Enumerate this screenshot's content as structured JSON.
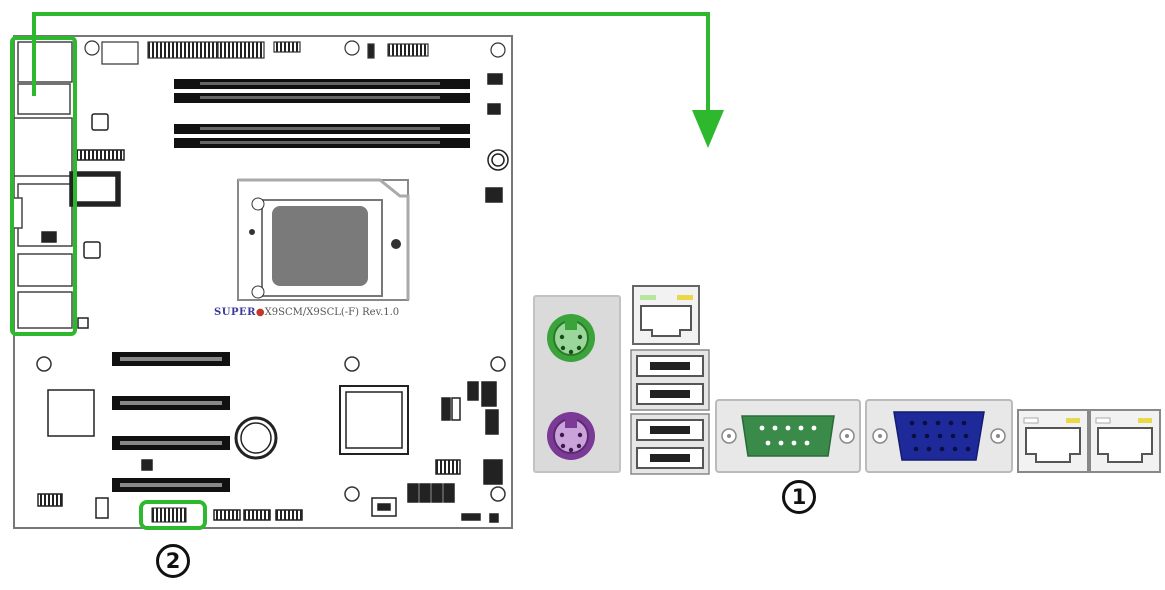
{
  "board": {
    "brand": "SUPER",
    "model_label": "X9SCM/X9SCL(-F) Rev.1.0"
  },
  "callouts": [
    {
      "id": "1",
      "label": "1"
    },
    {
      "id": "2",
      "label": "2"
    }
  ],
  "colors": {
    "highlight": "#2eb82e",
    "ps2_keyboard": "#7a3a96",
    "ps2_mouse": "#3aa33a",
    "vga_port": "#1e2a9a",
    "com_port": "#3a8a4a",
    "lan_led": "#e8d84a"
  },
  "icons": [
    "arrow-down-icon"
  ]
}
